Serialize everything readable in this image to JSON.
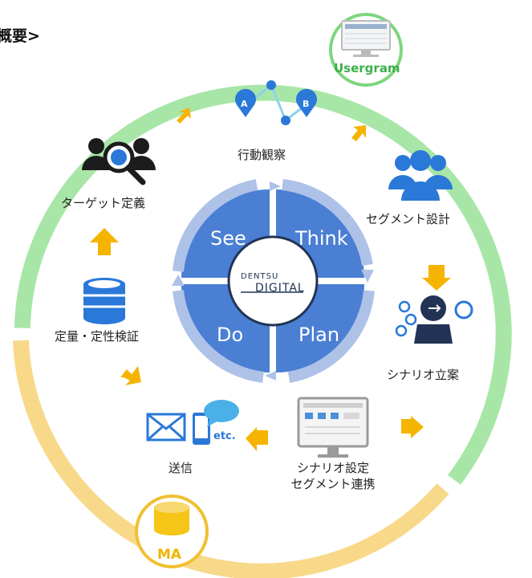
{
  "title": "概要>",
  "cycle": {
    "see": "See",
    "think": "Think",
    "plan": "Plan",
    "do": "Do",
    "logo_top": "DENTSU",
    "logo_bottom": "DIGITAL"
  },
  "badges": {
    "usergram": "Usergram",
    "ma": "MA"
  },
  "steps": {
    "observe": "行動観察",
    "segment": "セグメント設計",
    "scenario": "シナリオ立案",
    "setup_line1": "シナリオ設定",
    "setup_line2": "セグメント連携",
    "send": "送信",
    "verify": "定量・定性検証",
    "target": "ターゲット定義"
  },
  "icons": {
    "path_a": "A",
    "path_b": "B",
    "etc": "etc."
  },
  "colors": {
    "green_ring": "#a8e6a8",
    "yellow_ring": "#f8d98a",
    "blue": "#4a7fd4",
    "light_blue": "#aec2e8",
    "arrow": "#f5b400",
    "icon_blue": "#2a78d8",
    "navy": "#223355"
  }
}
